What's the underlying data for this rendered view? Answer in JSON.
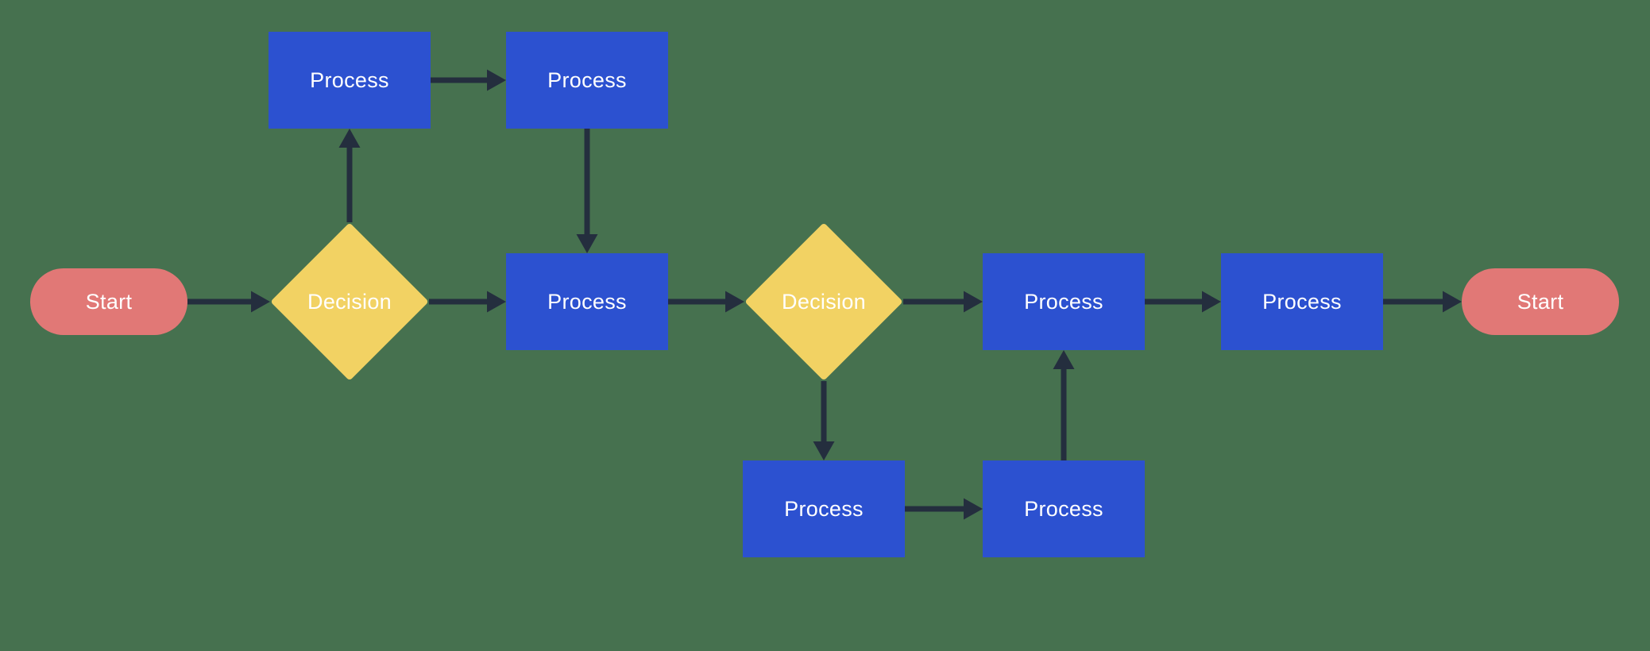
{
  "diagram": {
    "colors": {
      "background": "#46714F",
      "process": "#2C51D0",
      "decision": "#F2D263",
      "terminator": "#E17876",
      "connector": "#242E3E",
      "label": "#FFFFFF"
    },
    "nodes": [
      {
        "id": "start-left",
        "type": "terminator",
        "label": "Start"
      },
      {
        "id": "decision-1",
        "type": "decision",
        "label": "Decision"
      },
      {
        "id": "process-top-1",
        "type": "process",
        "label": "Process"
      },
      {
        "id": "process-top-2",
        "type": "process",
        "label": "Process"
      },
      {
        "id": "process-middle",
        "type": "process",
        "label": "Process"
      },
      {
        "id": "decision-2",
        "type": "decision",
        "label": "Decision"
      },
      {
        "id": "process-bottom-1",
        "type": "process",
        "label": "Process"
      },
      {
        "id": "process-bottom-2",
        "type": "process",
        "label": "Process"
      },
      {
        "id": "process-right-1",
        "type": "process",
        "label": "Process"
      },
      {
        "id": "process-right-2",
        "type": "process",
        "label": "Process"
      },
      {
        "id": "start-right",
        "type": "terminator",
        "label": "Start"
      }
    ],
    "edges": [
      {
        "from": "start-left",
        "to": "decision-1"
      },
      {
        "from": "decision-1",
        "to": "process-top-1"
      },
      {
        "from": "process-top-1",
        "to": "process-top-2"
      },
      {
        "from": "process-top-2",
        "to": "process-middle"
      },
      {
        "from": "decision-1",
        "to": "process-middle"
      },
      {
        "from": "process-middle",
        "to": "decision-2"
      },
      {
        "from": "decision-2",
        "to": "process-right-1"
      },
      {
        "from": "decision-2",
        "to": "process-bottom-1"
      },
      {
        "from": "process-bottom-1",
        "to": "process-bottom-2"
      },
      {
        "from": "process-bottom-2",
        "to": "process-right-1"
      },
      {
        "from": "process-right-1",
        "to": "process-right-2"
      },
      {
        "from": "process-right-2",
        "to": "start-right"
      }
    ]
  }
}
